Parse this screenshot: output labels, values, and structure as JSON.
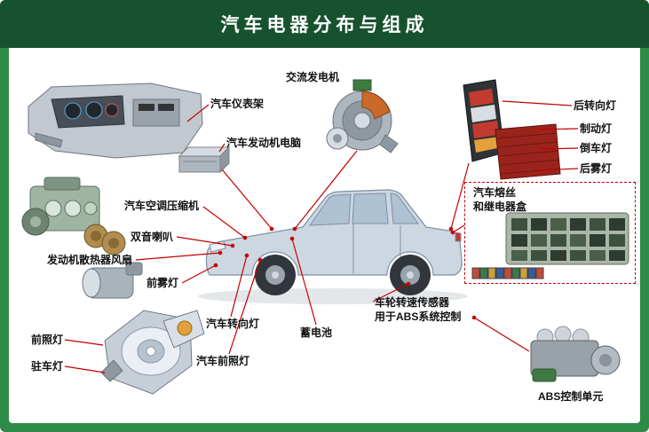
{
  "title": "汽车电器分布与组成",
  "labels": {
    "alternator": "交流发电机",
    "instrument_panel": "汽车仪表架",
    "engine_computer": "汽车发动机电脑",
    "ac_compressor": "汽车空调压缩机",
    "dual_horn": "双音喇叭",
    "radiator_fan": "发动机散热器风扇",
    "front_fog_lamp": "前雾灯",
    "headlamp": "前照灯",
    "parking_lamp": "驻车灯",
    "turn_signal_lamp": "汽车转向灯",
    "front_headlamp": "汽车前照灯",
    "battery": "蓄电池",
    "wheel_speed_sensor_1": "车轮转速传感器",
    "wheel_speed_sensor_2": "用于ABS系统控制",
    "rear_turn_signal": "后转向灯",
    "brake_lamp": "制动灯",
    "reverse_lamp": "倒车灯",
    "rear_fog_lamp": "后雾灯",
    "fuse_relay_box_1": "汽车熔丝",
    "fuse_relay_box_2": "和继电器盒",
    "abs_control_unit": "ABS控制单元"
  },
  "colors": {
    "frame_green": "#2e8b47",
    "header_green": "#17522f",
    "leader_line_red": "#c40000",
    "label_text": "#111111"
  }
}
